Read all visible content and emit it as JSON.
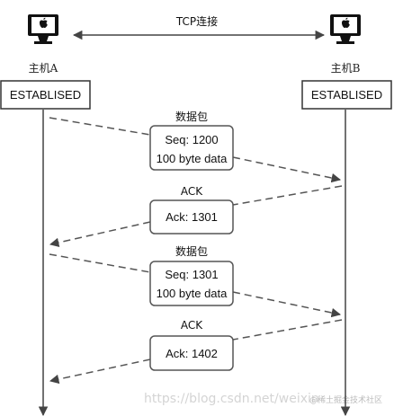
{
  "connection": {
    "label": "TCP连接"
  },
  "hosts": {
    "a": {
      "name": "主机A",
      "state": "ESTABLISED"
    },
    "b": {
      "name": "主机B",
      "state": "ESTABLISED"
    }
  },
  "messages": [
    {
      "caption": "数据包",
      "lines": [
        "Seq: 1200",
        "100 byte data"
      ],
      "direction": "A-to-B"
    },
    {
      "caption": "ACK",
      "lines": [
        "Ack: 1301"
      ],
      "direction": "B-to-A"
    },
    {
      "caption": "数据包",
      "lines": [
        "Seq: 1301",
        "100 byte data"
      ],
      "direction": "A-to-B"
    },
    {
      "caption": "ACK",
      "lines": [
        "Ack: 1402"
      ],
      "direction": "B-to-A"
    }
  ],
  "icons": {
    "computer": "apple-computer-icon"
  },
  "colors": {
    "line": "#444444",
    "box_border": "#333333",
    "message_box_border": "#555555",
    "monitor": "#111111"
  },
  "watermark": {
    "url": "https://blog.csdn.net/weixin",
    "site": "@稀土掘金技术社区"
  }
}
